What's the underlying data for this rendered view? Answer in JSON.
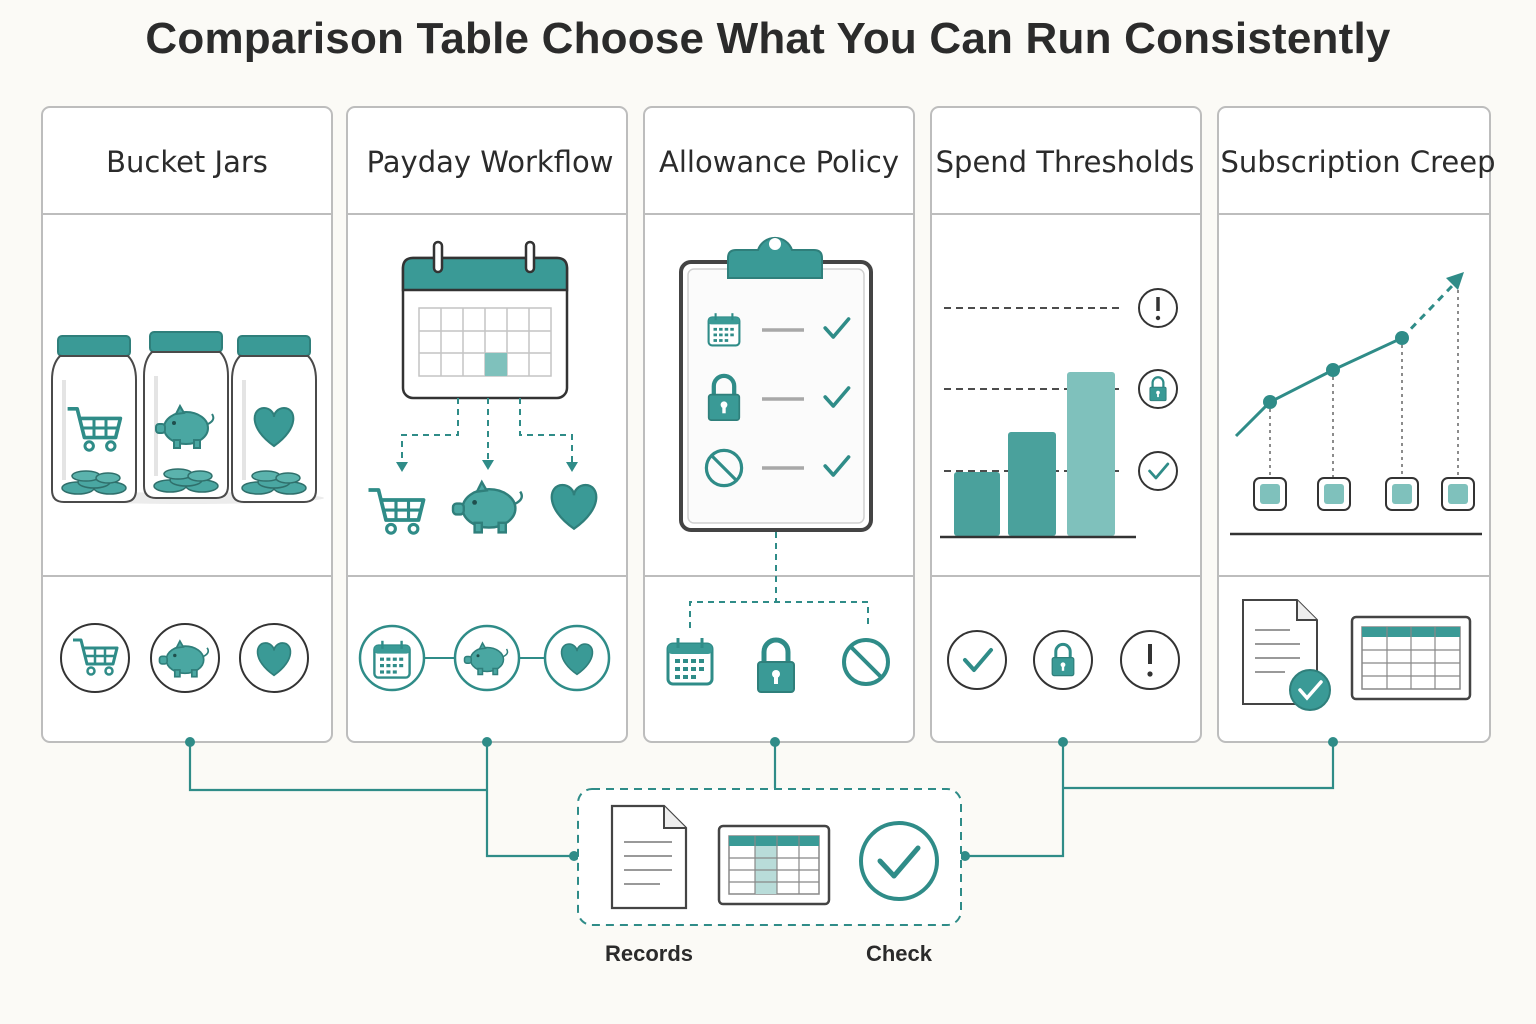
{
  "title": "Comparison Table Choose What You Can Run Consistently",
  "columns": [
    {
      "label": "Bucket Jars"
    },
    {
      "label": "Payday Workflow"
    },
    {
      "label": "Allowance Policy"
    },
    {
      "label": "Spend Thresholds"
    },
    {
      "label": "Subscription Creep"
    }
  ],
  "hub": {
    "labels": {
      "records": "Records",
      "check": "Check"
    }
  },
  "colors": {
    "teal": "#3a9a96",
    "teal_light": "#7fc1bc",
    "line": "#2f8c88",
    "border": "#bdbdbd",
    "ink": "#3a3a3a"
  }
}
